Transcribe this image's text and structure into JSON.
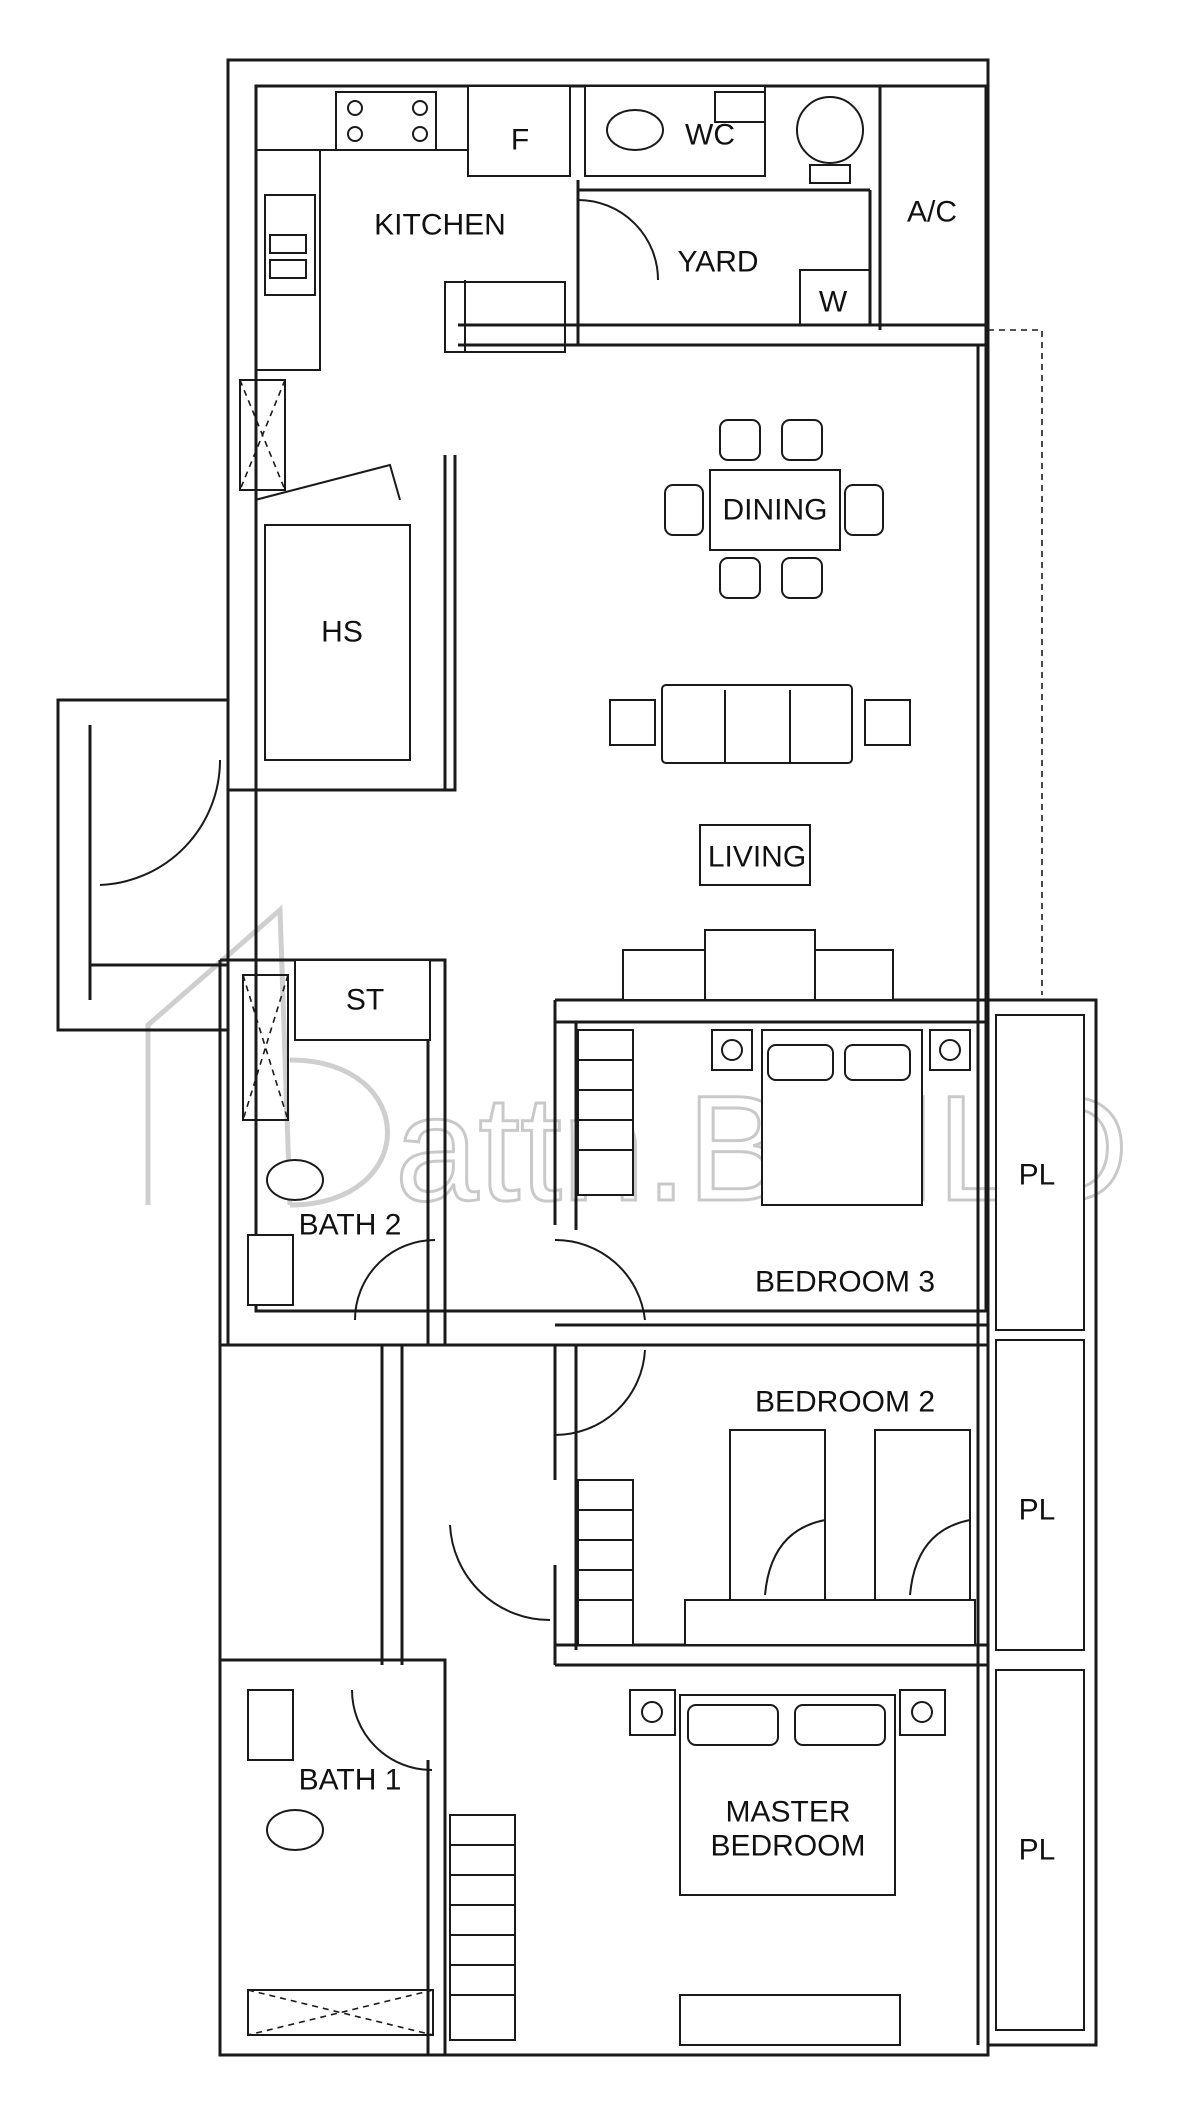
{
  "rooms": {
    "kitchen": "KITCHEN",
    "fridge": "F",
    "wc": "WC",
    "yard": "YARD",
    "washer": "W",
    "ac": "A/C",
    "dining": "DINING",
    "hs": "HS",
    "living": "LIVING",
    "store": "ST",
    "bath2": "BATH 2",
    "bedroom3": "BEDROOM 3",
    "bedroom2": "BEDROOM 2",
    "bath1": "BATH 1",
    "master_line1": "MASTER",
    "master_line2": "BEDROOM",
    "pl": "PL"
  },
  "watermark": "attn.BUILD"
}
